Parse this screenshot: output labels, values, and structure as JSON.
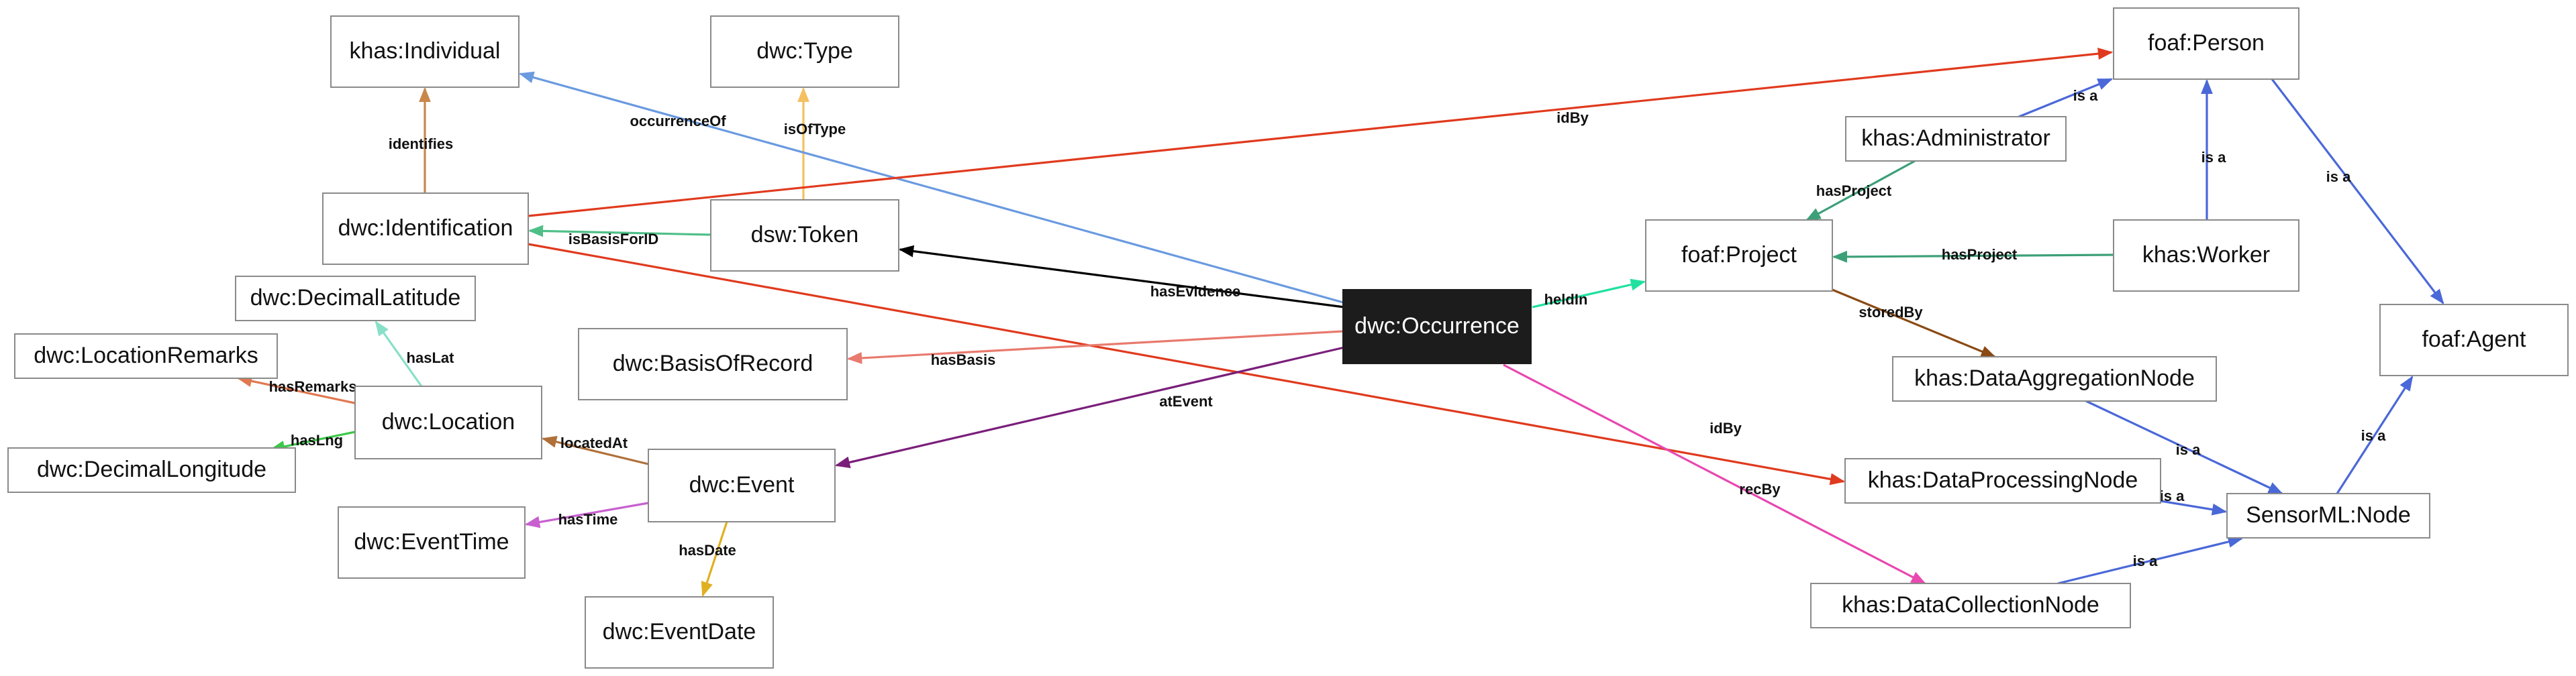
{
  "nodes": [
    {
      "id": "individual",
      "label": "khas:Individual"
    },
    {
      "id": "type",
      "label": "dwc:Type"
    },
    {
      "id": "identification",
      "label": "dwc:Identification"
    },
    {
      "id": "token",
      "label": "dsw:Token"
    },
    {
      "id": "decimal-latitude",
      "label": "dwc:DecimalLatitude"
    },
    {
      "id": "location-remarks",
      "label": "dwc:LocationRemarks"
    },
    {
      "id": "location",
      "label": "dwc:Location"
    },
    {
      "id": "decimal-longitude",
      "label": "dwc:DecimalLongitude"
    },
    {
      "id": "basis-of-record",
      "label": "dwc:BasisOfRecord"
    },
    {
      "id": "event",
      "label": "dwc:Event"
    },
    {
      "id": "event-time",
      "label": "dwc:EventTime"
    },
    {
      "id": "event-date",
      "label": "dwc:EventDate"
    },
    {
      "id": "occurrence",
      "label": "dwc:Occurrence",
      "focus": true
    },
    {
      "id": "project",
      "label": "foaf:Project"
    },
    {
      "id": "person",
      "label": "foaf:Person"
    },
    {
      "id": "administrator",
      "label": "khas:Administrator"
    },
    {
      "id": "worker",
      "label": "khas:Worker"
    },
    {
      "id": "agent",
      "label": "foaf:Agent"
    },
    {
      "id": "data-aggregation-node",
      "label": "khas:DataAggregationNode"
    },
    {
      "id": "data-processing-node",
      "label": "khas:DataProcessingNode"
    },
    {
      "id": "sensorml-node",
      "label": "SensorML:Node"
    },
    {
      "id": "data-collection-node",
      "label": "khas:DataCollectionNode"
    }
  ],
  "edges": [
    {
      "id": "identifies",
      "label": "identifies",
      "color": "#c8884a"
    },
    {
      "id": "is-of-type",
      "label": "isOfType",
      "color": "#f5c060"
    },
    {
      "id": "occurrence-of",
      "label": "occurrenceOf",
      "color": "#6a9ae0"
    },
    {
      "id": "idby-person",
      "label": "idBy",
      "color": "#e03a1e"
    },
    {
      "id": "is-basis-for-id",
      "label": "isBasisForID",
      "color": "#4fbf88"
    },
    {
      "id": "has-evidence",
      "label": "hasEvidence",
      "color": "#000000"
    },
    {
      "id": "idby-processing",
      "label": "idBy",
      "color": "#e03a1e"
    },
    {
      "id": "has-lat",
      "label": "hasLat",
      "color": "#88e0c8"
    },
    {
      "id": "has-remarks",
      "label": "hasRemarks",
      "color": "#e07850"
    },
    {
      "id": "has-lng",
      "label": "hasLng",
      "color": "#3cc84a"
    },
    {
      "id": "located-at",
      "label": "locatedAt",
      "color": "#b0703a"
    },
    {
      "id": "has-basis",
      "label": "hasBasis",
      "color": "#e87a6e"
    },
    {
      "id": "at-event",
      "label": "atEvent",
      "color": "#7a1e7a"
    },
    {
      "id": "has-time",
      "label": "hasTime",
      "color": "#c860d0"
    },
    {
      "id": "has-date",
      "label": "hasDate",
      "color": "#e0b020"
    },
    {
      "id": "held-in",
      "label": "heldIn",
      "color": "#22e0a0"
    },
    {
      "id": "rec-by",
      "label": "recBy",
      "color": "#e848b0"
    },
    {
      "id": "admin-is-a-person",
      "label": "is a",
      "color": "#4a68d8"
    },
    {
      "id": "admin-has-project",
      "label": "hasProject",
      "color": "#3ca078"
    },
    {
      "id": "worker-is-a-person",
      "label": "is a",
      "color": "#4a68d8"
    },
    {
      "id": "worker-has-project",
      "label": "hasProject",
      "color": "#3ca078"
    },
    {
      "id": "person-is-a-agent",
      "label": "is a",
      "color": "#4a68d8"
    },
    {
      "id": "stored-by",
      "label": "storedBy",
      "color": "#8a4a14"
    },
    {
      "id": "aggregation-is-a-node",
      "label": "is a",
      "color": "#4a68d8"
    },
    {
      "id": "processing-is-a-node",
      "label": "is a",
      "color": "#4a68d8"
    },
    {
      "id": "collection-is-a-node",
      "label": "is a",
      "color": "#4a68d8"
    },
    {
      "id": "node-is-a-agent",
      "label": "is a",
      "color": "#4a68d8"
    }
  ]
}
